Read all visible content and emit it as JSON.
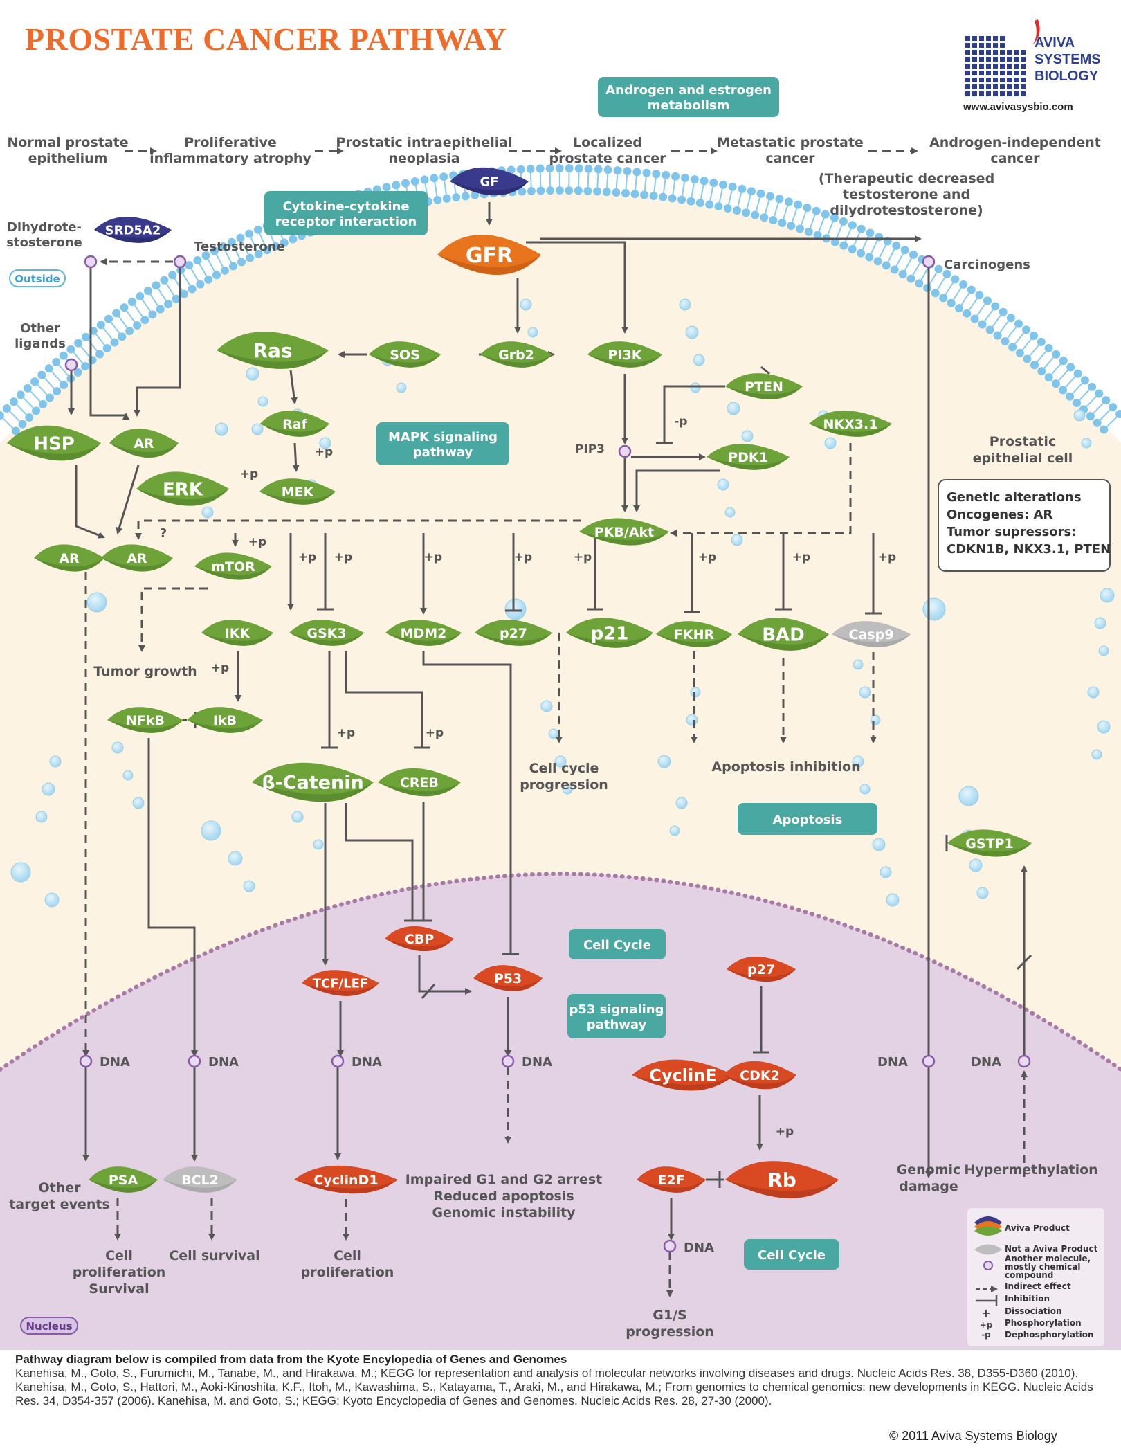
{
  "title": "PROSTATE CANCER PATHWAY",
  "logo": {
    "line1": "AVIVA",
    "line2": "SYSTEMS",
    "line3": "BIOLOGY",
    "url": "www.avivasysbio.com"
  },
  "colors": {
    "green": "#6ea33a",
    "orange_gfr": "#e8741e",
    "red_nucleus": "#d94a22",
    "purple": "#3a3a8c",
    "gray": "#bdbdbd",
    "teal": "#49a9a2",
    "cytoplasm": "#fdf3e2",
    "nucleus": "#e3d2e3",
    "membrane": "#7fc4ea"
  },
  "stages": [
    "Normal prostate\nepithelium",
    "Proliferative\ninflammatory atrophy",
    "Prostatic intraepithelial\nneoplasia",
    "Localized\nprostate cancer",
    "Metastatic prostate\ncancer",
    "Androgen-independent\ncancer"
  ],
  "therapeutic_note": "(Therapeutic decreased\ntestosterone and\ndilydrotestosterone)",
  "teal_boxes": {
    "androgen": "Androgen and estrogen\nmetabolism",
    "cytokine": "Cytokine-cytokine\nreceptor interaction",
    "mapk": "MAPK signaling\npathway",
    "apoptosis": "Apoptosis",
    "cellcycle1": "Cell Cycle",
    "p53": "p53 signaling\npathway",
    "cellcycle2": "Cell Cycle"
  },
  "region_labels": {
    "outside": "Outside",
    "nucleus": "Nucleus"
  },
  "nodes": {
    "GF": "GF",
    "GFR": "GFR",
    "SRD5A2": "SRD5A2",
    "Ras": "Ras",
    "SOS": "SOS",
    "Grb2": "Grb2",
    "PI3K": "PI3K",
    "PTEN": "PTEN",
    "Raf": "Raf",
    "MEK": "MEK",
    "ERK": "ERK",
    "PDK1": "PDK1",
    "NKX31": "NKX3.1",
    "HSP": "HSP",
    "AR1": "AR",
    "AR2": "AR",
    "AR3": "AR",
    "PKBAkt": "PKB/Akt",
    "mTOR": "mTOR",
    "IKK": "IKK",
    "GSK3": "GSK3",
    "MDM2": "MDM2",
    "p27": "p27",
    "p21": "p21",
    "FKHR": "FKHR",
    "BAD": "BAD",
    "Casp9": "Casp9",
    "NFkB": "NFkB",
    "IkB": "IkB",
    "BetaCatenin": "β-Catenin",
    "CREB": "CREB",
    "GSTP1": "GSTP1",
    "CBP": "CBP",
    "TCFLEF": "TCF/LEF",
    "P53": "P53",
    "p27n": "p27",
    "CyclinE": "CyclinE",
    "CDK2": "CDK2",
    "PSA": "PSA",
    "BCL2": "BCL2",
    "CyclinD1": "CyclinD1",
    "E2F": "E2F",
    "Rb": "Rb"
  },
  "molecules": {
    "dihydro": "Dihydrote-\nstosterone",
    "testosterone": "Testosterone",
    "other_ligands": "Other\nligands",
    "carcinogens": "Carcinogens",
    "pip3": "PIP3",
    "dna": "DNA"
  },
  "text_labels": {
    "epithelial_cell": "Prostatic\nepithelial cell",
    "tumor_growth": "Tumor growth",
    "cell_cycle_prog": "Cell cycle\nprogression",
    "apoptosis_inhib": "Apoptosis inhibition",
    "other_target": "Other\ntarget events",
    "cell_prolif_surv": "Cell\nproliferation\nSurvival",
    "cell_survival": "Cell survival",
    "cell_prolif": "Cell\nproliferation",
    "impaired": "Impaired G1 and G2 arrest\nReduced apoptosis\nGenomic instability",
    "g1s": "G1/S\nprogression",
    "genomic_damage": "Genomic\ndamage",
    "hypermethylation": "Hypermethylation",
    "question": "?",
    "plus_p": "+p",
    "minus_p": "-p"
  },
  "genetic_box": "Genetic alterations\nOncogenes: AR\nTumor supressors:\nCDKN1B, NKX3.1, PTEN",
  "legend": [
    "Aviva Product",
    "Not a Aviva Product",
    "Another molecule,\nmostly chemical\ncompound",
    "Indirect effect",
    "Inhibition",
    "Dissociation",
    "Phosphorylation",
    "Dephosphorylation"
  ],
  "legend_symbols": {
    "plus": "+",
    "plus_p": "+p",
    "minus_p": "-p"
  },
  "footer": {
    "heading": "Pathway diagram below is compiled from data from the Kyote Encylopedia of Genes and Genomes",
    "refs": "Kanehisa, M., Goto, S., Furumichi, M., Tanabe, M., and Hirakawa, M.; KEGG for representation and analysis of molecular networks involving diseases and drugs. Nucleic Acids Res. 38, D355-D360 (2010). Kanehisa, M., Goto, S., Hattori, M., Aoki-Kinoshita, K.F., Itoh, M., Kawashima, S., Katayama, T., Araki, M., and Hirakawa, M.; From genomics to chemical genomics: new developments in KEGG. Nucleic Acids Res. 34, D354-357 (2006).  Kanehisa, M. and Goto, S.; KEGG: Kyoto Encyclopedia of Genes and Genomes. Nucleic Acids Res. 28, 27-30 (2000).",
    "copyright": "© 2011 Aviva Systems Biology"
  }
}
